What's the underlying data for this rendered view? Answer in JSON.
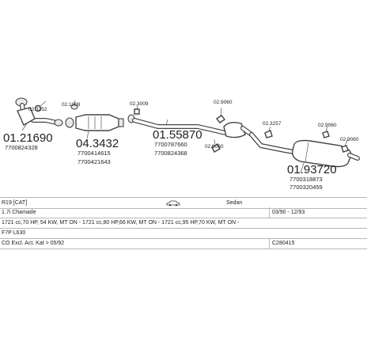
{
  "diagram": {
    "parts": [
      {
        "number": "01.21690",
        "ref": "7700824328"
      },
      {
        "number": "04.3432",
        "ref": "7700414615",
        "ref2": "7700421643"
      },
      {
        "number": "01.55870",
        "ref": "7700787660",
        "ref2": "7700824368"
      },
      {
        "number": "01.93720",
        "ref": "7700318873",
        "ref2": "7700320459"
      }
    ],
    "small_labels": {
      "a": "02.3252",
      "b": "02.1009",
      "c": "02.3009",
      "d": "02.9060",
      "e": "02.9060",
      "f": "02.3257",
      "g": "02.9060",
      "h": "02.9060"
    }
  },
  "info": {
    "model": "R19 [CAT]",
    "body": "Sedan",
    "variant": "1.7i Chamade",
    "years": "03/90 - 12/93",
    "engines": "1721 cc,70 HP, 54 KW, MT ON - 1721 cc,80 HP,66 KW, MT ON - 1721 cc,95 HP,70 KW, MT ON -",
    "engine_code": "F7P L630",
    "note": "CO Excl. Act. Kat > 05/92",
    "code": "C280415"
  }
}
